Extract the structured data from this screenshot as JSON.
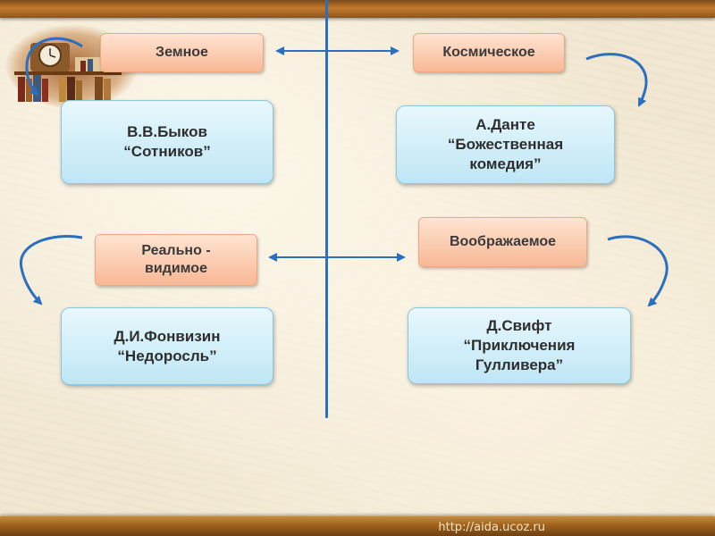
{
  "categories": {
    "earthly": "Земное",
    "cosmic": "Космическое",
    "real": "Реально -\nвидимое",
    "imaginary": "Воображаемое"
  },
  "works": {
    "bykov": {
      "author": "В.В.Быков",
      "title": "“Сотников”"
    },
    "dante": {
      "author": "А.Данте",
      "title_line1": "“Божественная",
      "title_line2": "комедия”"
    },
    "fonvizin": {
      "author": "Д.И.Фонвизин",
      "title": "“Недоросль”"
    },
    "swift": {
      "author": "Д.Свифт",
      "title_line1": "“Приключения",
      "title_line2": "Гулливера”"
    }
  },
  "footer": {
    "url": "http://aida.ucoz.ru"
  },
  "colors": {
    "arrow": "#2a6fc0",
    "label_fill": "#f8b895",
    "book_fill": "#bfe6f5",
    "top_bar": "#c67a2a"
  }
}
